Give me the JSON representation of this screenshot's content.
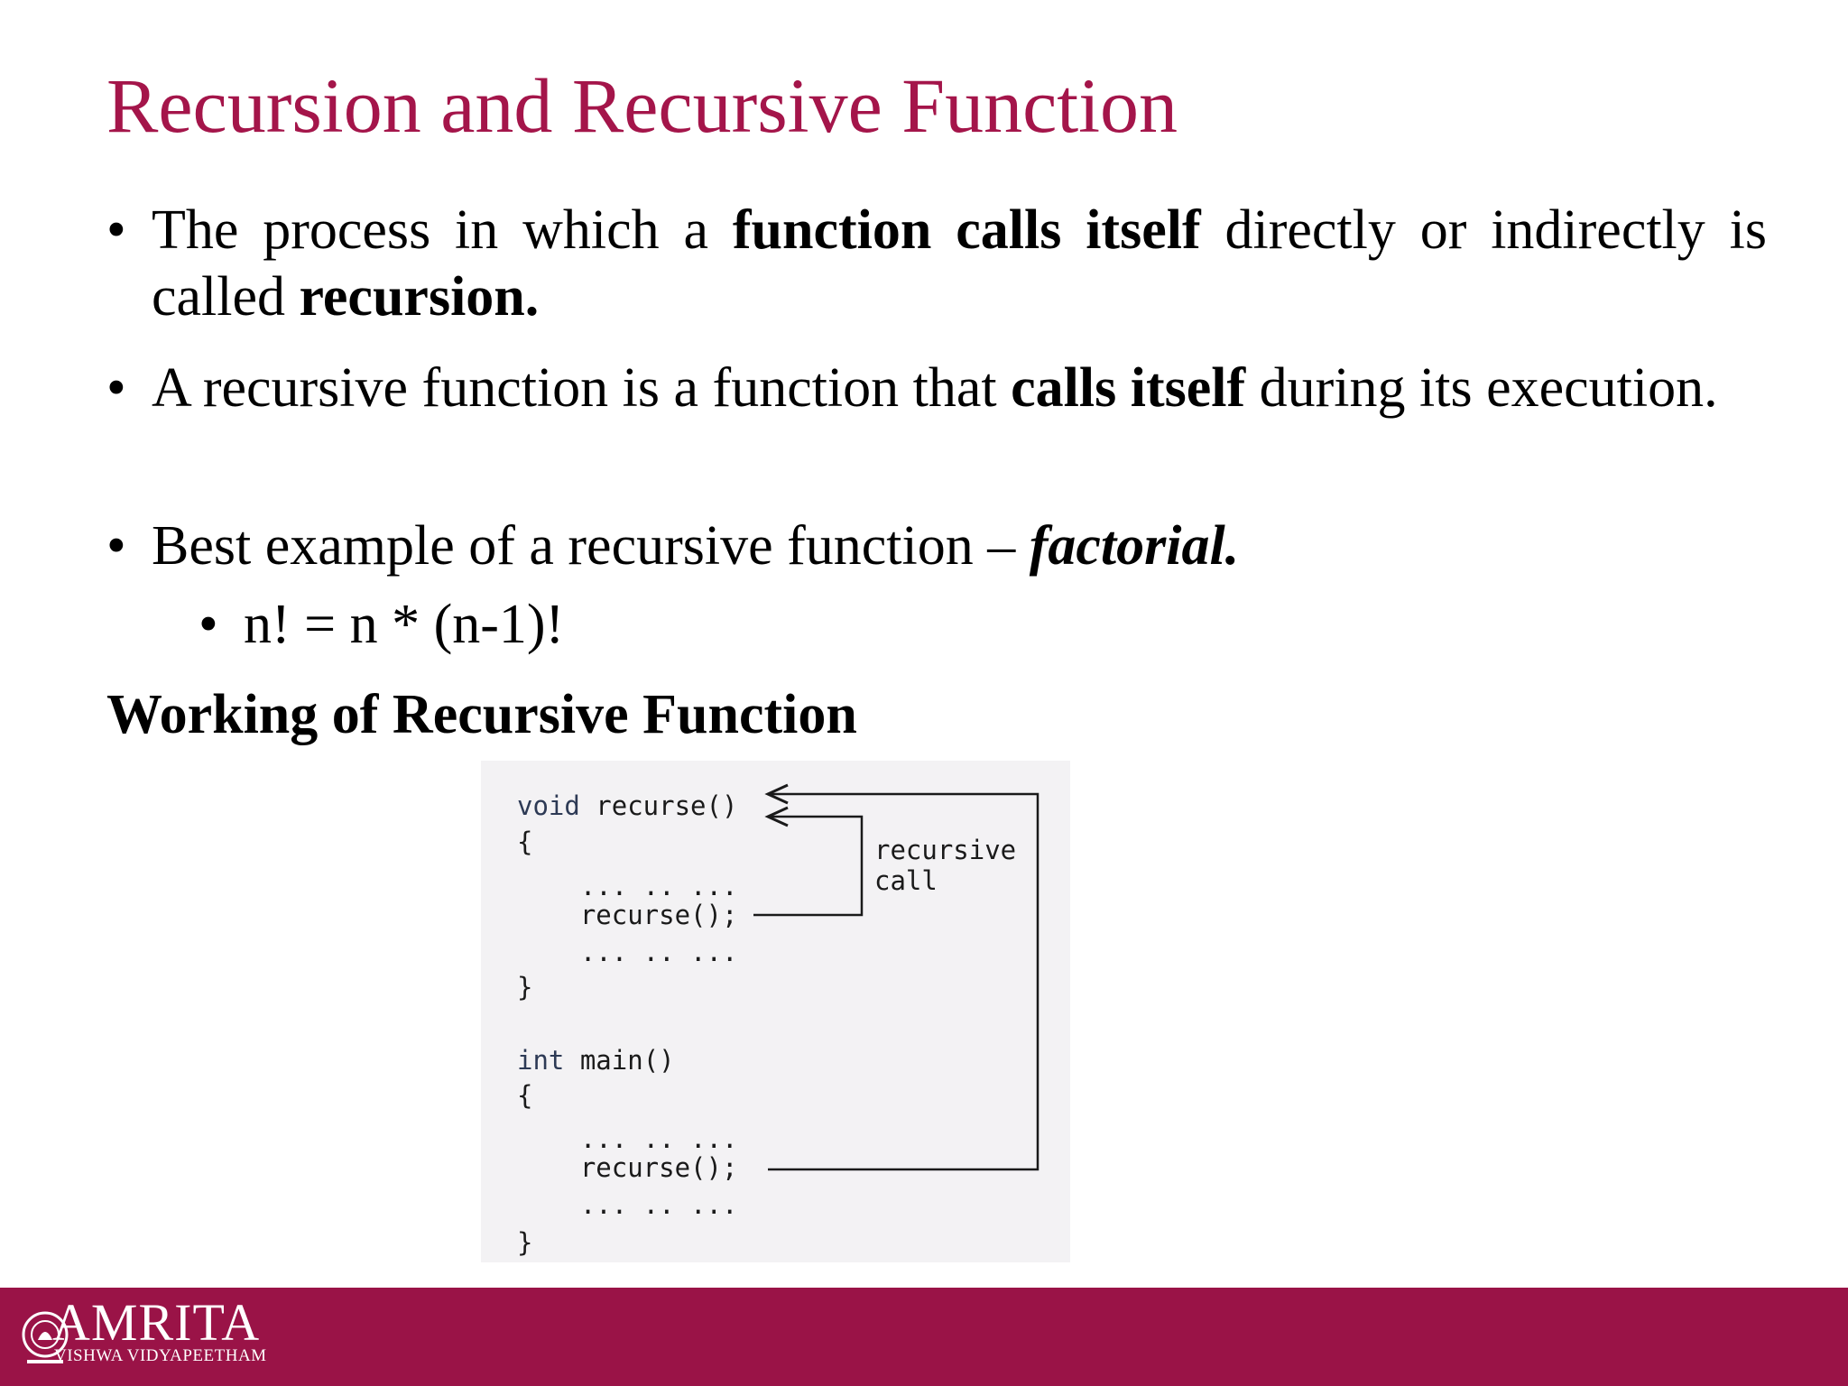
{
  "slide": {
    "title": "Recursion and Recursive Function",
    "bullets": [
      {
        "parts": [
          "The process in which a ",
          "function calls itself",
          " directly or indirectly is called ",
          "recursion."
        ]
      },
      {
        "parts": [
          "A recursive function is a function that ",
          "calls itself",
          " during its execution."
        ]
      },
      {
        "parts": [
          "Best example of a recursive function – ",
          "factorial."
        ]
      }
    ],
    "sub_bullet": "n! = n * (n-1)!",
    "bullet_glyph": "•",
    "section_heading": "Working of Recursive Function"
  },
  "diagram": {
    "code_lines": [
      {
        "kw": "void",
        "rest": " recurse()"
      },
      {
        "kw": "",
        "rest": "{"
      },
      {
        "kw": "",
        "rest": "    ... .. ..."
      },
      {
        "kw": "",
        "rest": "    recurse();"
      },
      {
        "kw": "",
        "rest": "    ... .. ..."
      },
      {
        "kw": "",
        "rest": "}"
      },
      {
        "kw": "int",
        "rest": " main()"
      },
      {
        "kw": "",
        "rest": "{"
      },
      {
        "kw": "",
        "rest": "    ... .. ..."
      },
      {
        "kw": "",
        "rest": "    recurse();"
      },
      {
        "kw": "",
        "rest": "    ... .. ..."
      },
      {
        "kw": "",
        "rest": "}"
      }
    ],
    "arrow_label_line1": "recursive",
    "arrow_label_line2": "call"
  },
  "footer": {
    "logo_word": "AMRITA",
    "logo_sub": "VISHWA VIDYAPEETHAM",
    "background": "#9a1347"
  },
  "colors": {
    "title": "#a4154a",
    "footer": "#9a1347",
    "text": "#000000"
  }
}
